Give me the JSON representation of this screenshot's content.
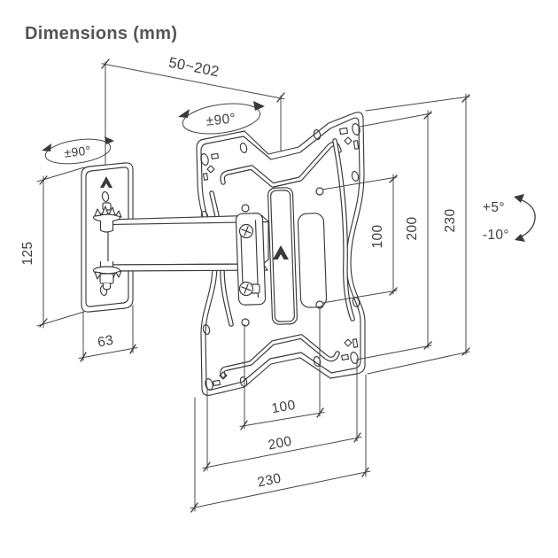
{
  "title": "Dimensions (mm)",
  "unit": "mm",
  "diagram": {
    "type": "technical-drawing",
    "subject": "articulating TV wall mount bracket, swivel arm with VESA plate",
    "dimensions": {
      "extension_range": "50~202",
      "swivel_plate": "±90°",
      "swivel_arm": "±90°",
      "wall_plate_height": "125",
      "wall_plate_width": "63",
      "vesa_vertical": "100",
      "hole_spacing_vertical": "200",
      "plate_height": "230",
      "vesa_horizontal": "100",
      "hole_spacing_horizontal": "200",
      "plate_width": "230",
      "tilt_up": "+5°",
      "tilt_down": "-10°"
    }
  },
  "colors": {
    "line": "#3a3a3c",
    "label_text": "#3e3f43",
    "title_text": "#55565a",
    "background": "#ffffff"
  }
}
